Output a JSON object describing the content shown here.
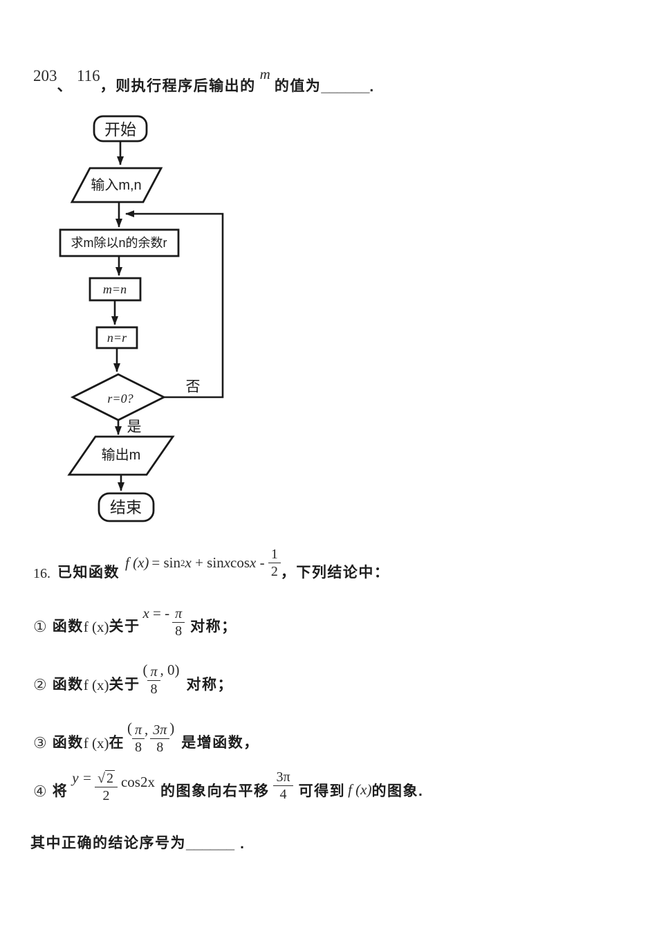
{
  "intro": {
    "num1": "203",
    "enum_comma": "、",
    "num2": "116",
    "text_after": "，则执行程序后输出的",
    "variable": "m",
    "text_tail": "的值为",
    "blank": "______",
    "period": "."
  },
  "flowchart": {
    "start": "开始",
    "input": "输入m,n",
    "remainder": "求m除以n的余数r",
    "assign_m": "m=n",
    "assign_n": "n=r",
    "decision": "r=0?",
    "no": "否",
    "yes": "是",
    "output": "输出m",
    "end": "结束"
  },
  "q16": {
    "number": "16.",
    "lead": "已知函数",
    "formula": {
      "fx": "f (x)",
      "eq": "= sin",
      "sup": "2",
      "x1": "x",
      "plus_sin": " + sin",
      "x2": "x",
      "cos": "cos",
      "x3": "x",
      "minus": " - ",
      "frac_num": "1",
      "frac_den": "2"
    },
    "tail": "，下列结论中：",
    "item1": {
      "marker": "①",
      "t1": "函数",
      "fx": "f (x)",
      "t2": "关于",
      "m1": "x",
      "m2": " = -",
      "frac_num": "π",
      "frac_den": "8",
      "t3": "对称；"
    },
    "item2": {
      "marker": "②",
      "t1": "函数",
      "fx": "f (x)",
      "t2": "关于",
      "open": "(",
      "frac_num": "π",
      "frac_den": "8",
      "close": ", 0)",
      "t3": "对称；"
    },
    "item3": {
      "marker": "③",
      "t1": "函数",
      "fx": "f (x)",
      "t2": "在",
      "open": "(",
      "frac1_num": "π",
      "frac1_den": "8",
      "comma": ",",
      "frac2_num": "3π",
      "frac2_den": "8",
      "close": ")",
      "t3": "是增函数，"
    },
    "item4": {
      "marker": "④",
      "t1": "将",
      "m1": "y =",
      "radical": "√",
      "radicand": "2",
      "frac1_den": "2",
      "m2": "cos2x",
      "t2": "的图象向右平移",
      "frac2_num": "3π",
      "frac2_den": "4",
      "t3": "可得到",
      "fx": "f (x)",
      "t4": "的图象."
    },
    "conclusion": "其中正确的结论序号为",
    "conclusion_blank": "______",
    "conclusion_end": "."
  }
}
